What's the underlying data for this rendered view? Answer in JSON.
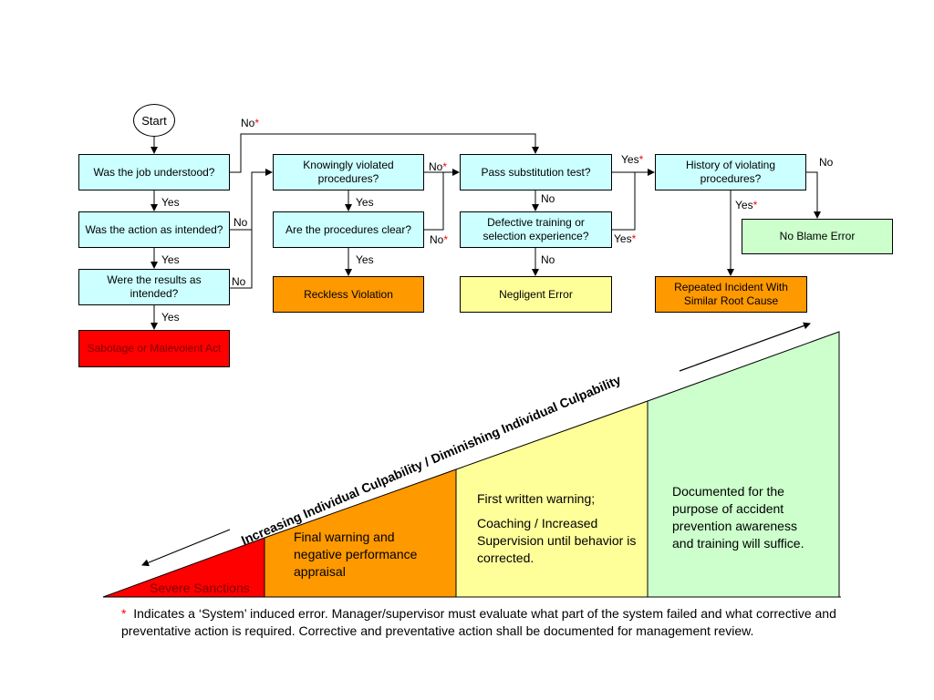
{
  "flow": {
    "start": "Start",
    "boxes": {
      "job_understood": "Was the job understood?",
      "action_intended": "Was the action as intended?",
      "results_intended": "Were the results as intended?",
      "sabotage": "Sabotage or Malevolent Act",
      "knowingly_violated": "Knowingly violated procedures?",
      "procedures_clear": "Are the procedures clear?",
      "reckless": "Reckless Violation",
      "substitution": "Pass substitution test?",
      "defective_training": "Defective training or selection experience?",
      "negligent": "Negligent Error",
      "history": "History of violating procedures?",
      "no_blame": "No Blame Error",
      "repeated": "Repeated Incident With Similar Root Cause"
    },
    "labels": {
      "yes": "Yes",
      "no": "No",
      "star": "*"
    }
  },
  "scale": {
    "diagonal_label": "Increasing Individual Culpability / Diminishing Individual Culpability",
    "severe": "Severe Sanctions",
    "final_warning": "Final warning and negative performance appraisal",
    "first_warning": "First written warning;",
    "coaching": "Coaching / Increased Supervision until behavior is corrected.",
    "documented": "Documented for the purpose of accident prevention awareness and training will suffice."
  },
  "footnote": {
    "star": "*",
    "text": "Indicates a ‘System’ induced error.  Manager/supervisor must evaluate what part of the system failed and what corrective and preventative action is required.  Corrective and preventative action shall be documented for management review."
  },
  "colors": {
    "question": "#ccffff",
    "orange": "#ff9900",
    "yellow": "#ffff99",
    "green": "#ccffcc",
    "red": "#ff0000"
  }
}
